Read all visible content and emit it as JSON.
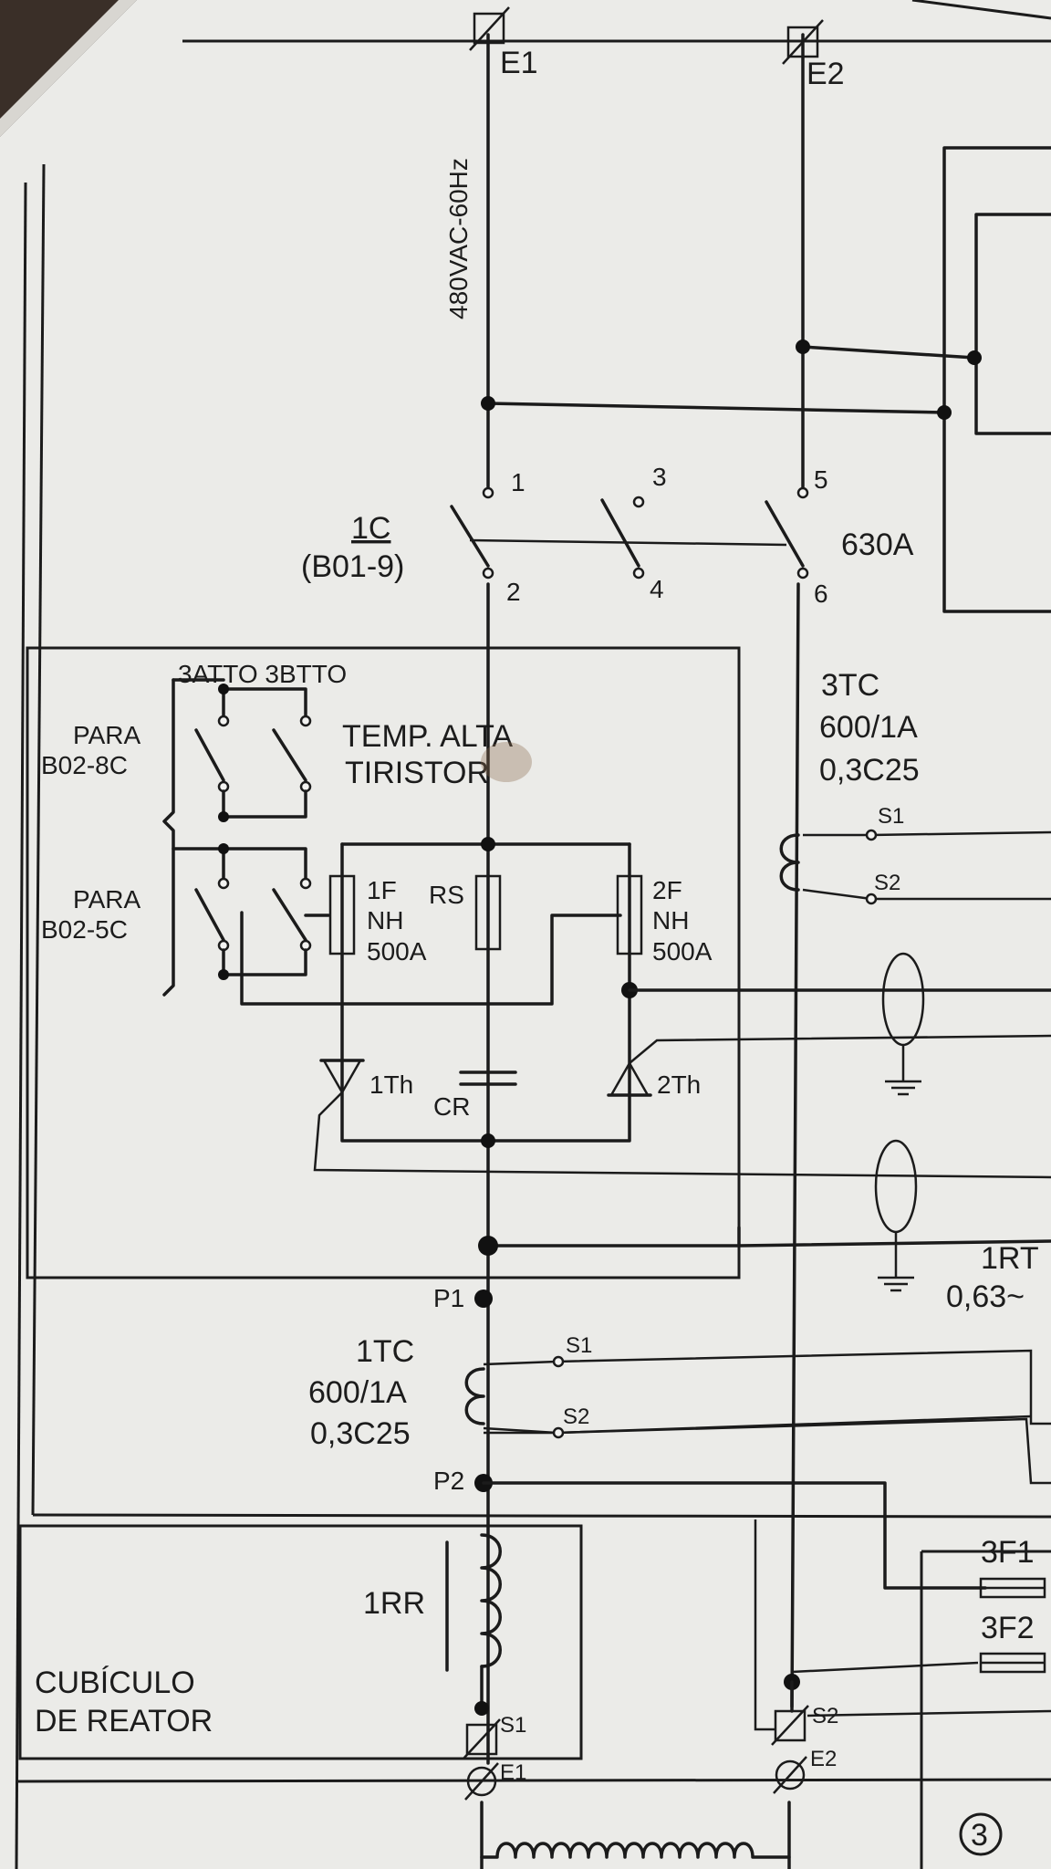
{
  "labels": {
    "e1_top": "E1",
    "e2_top": "E2",
    "supply": "480VAC-60Hz",
    "t1": "1",
    "t2": "2",
    "t3": "3",
    "t4": "4",
    "t5": "5",
    "t6": "6",
    "breaker_name": "1C",
    "breaker_ref": "(B01-9)",
    "breaker_rating": "630A",
    "aux_contacts": "3ATTO 3BTTO",
    "para1_a": "PARA",
    "para1_b": "B02-8C",
    "para2_a": "PARA",
    "para2_b": "B02-5C",
    "temp_a": "TEMP. ALTA",
    "temp_b": "TIRISTOR",
    "fuse1_a": "1F",
    "fuse1_b": "NH",
    "fuse1_c": "500A",
    "fuse2_a": "2F",
    "fuse2_b": "NH",
    "fuse2_c": "500A",
    "rs": "RS",
    "cr": "CR",
    "th1": "1Th",
    "th2": "2Th",
    "tc3_a": "3TC",
    "tc3_b": "600/1A",
    "tc3_c": "0,3C25",
    "tc3_s1": "S1",
    "tc3_s2": "S2",
    "rt_a": "1RT",
    "rt_b": "0,63~",
    "p1": "P1",
    "p2": "P2",
    "tc1_a": "1TC",
    "tc1_b": "600/1A",
    "tc1_c": "0,3C25",
    "tc1_s1": "S1",
    "tc1_s2": "S2",
    "f3f1": "3F1",
    "f3f2": "3F2",
    "rr": "1RR",
    "cub_a": "CUBÍCULO",
    "cub_b": "DE REATOR",
    "bot_s1": "S1",
    "bot_e1": "E1",
    "bot_s2": "S2",
    "bot_e2": "E2",
    "page_num": "3"
  }
}
